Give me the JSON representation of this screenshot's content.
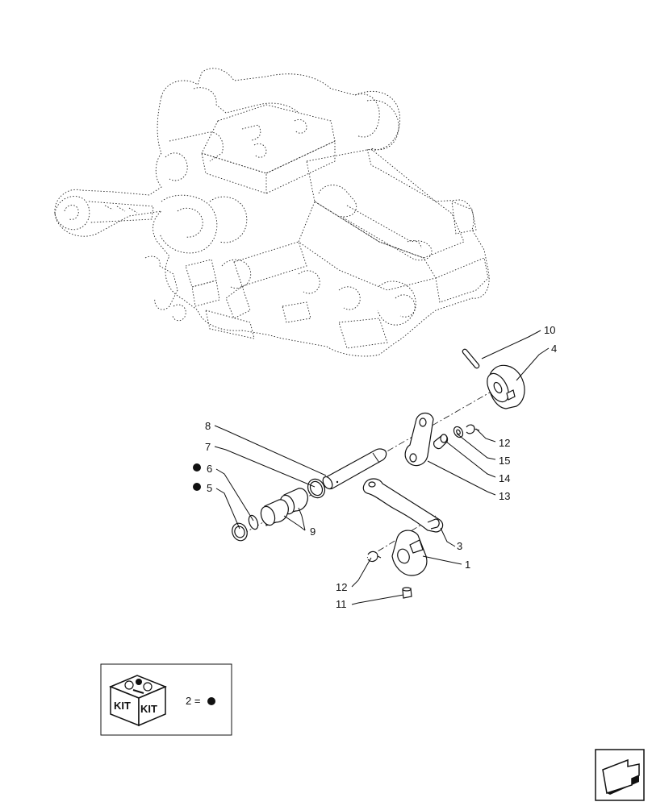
{
  "callouts": [
    "10",
    "4",
    "8",
    "7",
    "6",
    "5",
    "9",
    "12",
    "15",
    "14",
    "13",
    "3",
    "1",
    "12",
    "11"
  ],
  "legend": {
    "kit_word": "KIT",
    "equation": "2 ="
  },
  "icons": {
    "bullet": "filled-circle",
    "kit": "kit-box-icon",
    "nav": "next-page-arrow-icon"
  }
}
